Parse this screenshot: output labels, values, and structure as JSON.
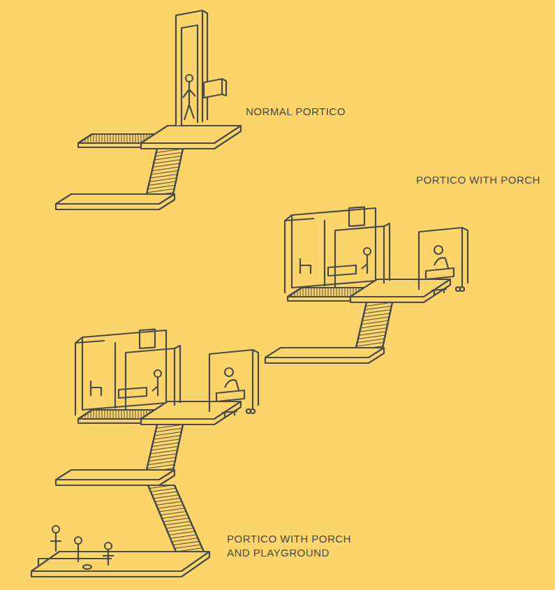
{
  "diagram": {
    "labels": [
      "NORMAL PORTICO",
      "PORTICO WITH PORCH",
      "PORTICO WITH PORCH AND PLAYGROUND"
    ]
  }
}
